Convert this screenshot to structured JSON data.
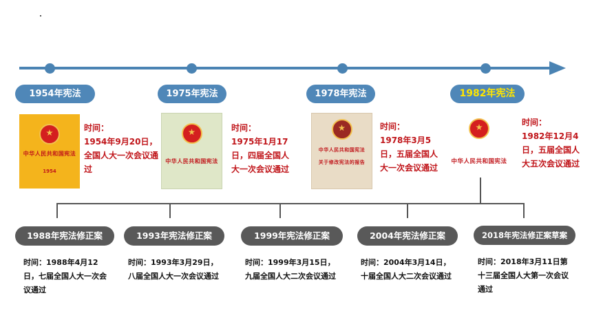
{
  "colors": {
    "timeline": "#4a83b3",
    "pill_blue": "#4f87b8",
    "highlight": "#ffe600",
    "red_text": "#c0151a",
    "pill_dark": "#595959"
  },
  "top_events": [
    {
      "label": "1954年宪法",
      "time_label": "时间：",
      "desc": "1954年9月20日，全国人大一次会议通过",
      "doc_title": "中华人民共和国宪法",
      "doc_year": "1954"
    },
    {
      "label": "1975年宪法",
      "time_label": "时间：",
      "desc": "1975年1月17日，四届全国人大一次会议通过",
      "doc_title": "中华人民共和国宪法"
    },
    {
      "label": "1978年宪法",
      "time_label": "时间：",
      "desc": "1978年3月5日，五届全国人大一次会议通过",
      "doc_title": "中华人民共和国宪法",
      "doc_subtitle": "关于修改宪法的报告"
    },
    {
      "label": "1982年宪法",
      "time_label": "时间：",
      "desc": "1982年12月4日，五届全国人大五次会议通过",
      "doc_title": "中华人民共和国宪法"
    }
  ],
  "amendments": [
    {
      "label": "1988年宪法修正案",
      "desc": "时间：1988年4月12日，七届全国人大一次会议通过"
    },
    {
      "label": "1993年宪法修正案",
      "desc": "时间：1993年3月29日，八届全国人大一次会议通过"
    },
    {
      "label": "1999年宪法修正案",
      "desc": "时间：1999年3月15日，九届全国人大二次会议通过"
    },
    {
      "label": "2004年宪法修正案",
      "desc": "时间：2004年3月14日，十届全国人大二次会议通过"
    },
    {
      "label": "2018年宪法修正案草案",
      "desc": "时间：2018年3月11日第十三届全国人大第一次会议通过"
    }
  ]
}
